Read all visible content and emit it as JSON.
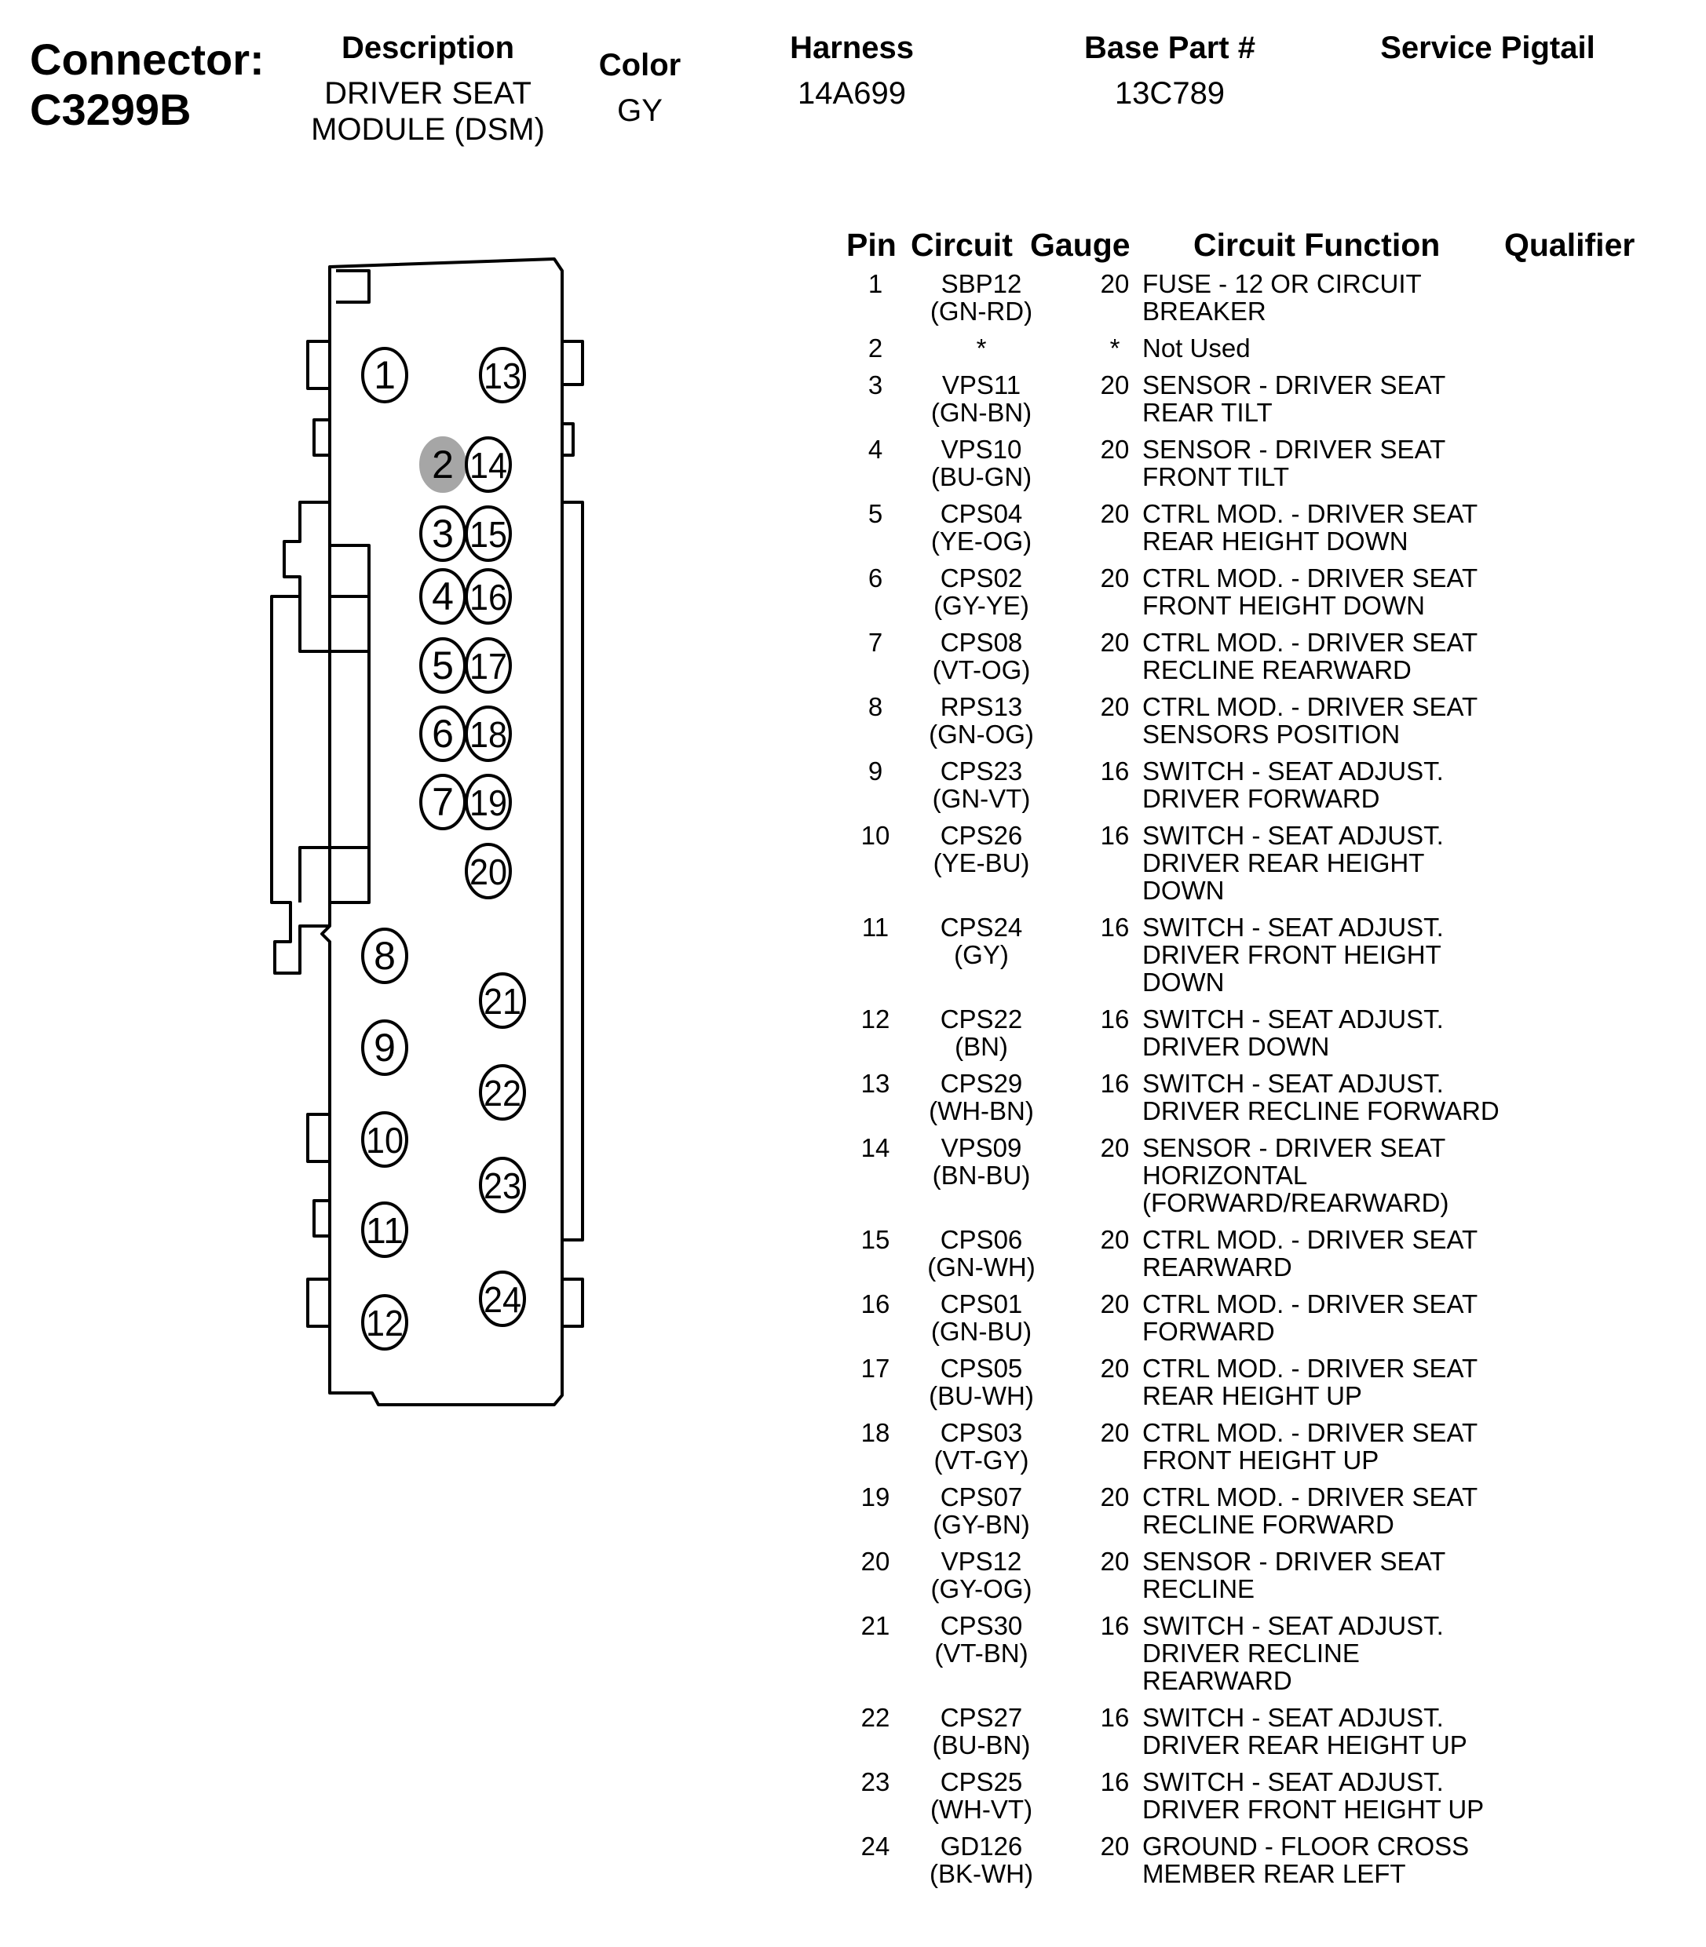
{
  "header": {
    "connector_label": "Connector:",
    "connector_id": "C3299B",
    "description_label": "Description",
    "description_value_line1": "DRIVER SEAT",
    "description_value_line2": "MODULE (DSM)",
    "color_label": "Color",
    "color_value": "GY",
    "harness_label": "Harness",
    "harness_value": "14A699",
    "base_part_label": "Base Part #",
    "base_part_value": "13C789",
    "service_pigtail_label": "Service Pigtail"
  },
  "table": {
    "headers": {
      "pin": "Pin",
      "circuit": "Circuit",
      "gauge": "Gauge",
      "function": "Circuit Function",
      "qualifier": "Qualifier"
    },
    "rows": [
      {
        "pin": "1",
        "circuit": [
          "SBP12",
          "(GN-RD)"
        ],
        "gauge": "20",
        "function": [
          "FUSE - 12 OR CIRCUIT",
          "BREAKER"
        ]
      },
      {
        "pin": "2",
        "circuit": [
          "*"
        ],
        "gauge": "*",
        "function": [
          "Not Used"
        ]
      },
      {
        "pin": "3",
        "circuit": [
          "VPS11",
          "(GN-BN)"
        ],
        "gauge": "20",
        "function": [
          "SENSOR - DRIVER SEAT",
          "REAR TILT"
        ]
      },
      {
        "pin": "4",
        "circuit": [
          "VPS10",
          "(BU-GN)"
        ],
        "gauge": "20",
        "function": [
          "SENSOR - DRIVER SEAT",
          "FRONT TILT"
        ]
      },
      {
        "pin": "5",
        "circuit": [
          "CPS04",
          "(YE-OG)"
        ],
        "gauge": "20",
        "function": [
          "CTRL MOD. - DRIVER SEAT",
          "REAR HEIGHT DOWN"
        ]
      },
      {
        "pin": "6",
        "circuit": [
          "CPS02",
          "(GY-YE)"
        ],
        "gauge": "20",
        "function": [
          "CTRL MOD. - DRIVER SEAT",
          "FRONT HEIGHT DOWN"
        ]
      },
      {
        "pin": "7",
        "circuit": [
          "CPS08",
          "(VT-OG)"
        ],
        "gauge": "20",
        "function": [
          "CTRL MOD. - DRIVER SEAT",
          "RECLINE REARWARD"
        ]
      },
      {
        "pin": "8",
        "circuit": [
          "RPS13",
          "(GN-OG)"
        ],
        "gauge": "20",
        "function": [
          "CTRL MOD. - DRIVER SEAT",
          "SENSORS POSITION"
        ]
      },
      {
        "pin": "9",
        "circuit": [
          "CPS23",
          "(GN-VT)"
        ],
        "gauge": "16",
        "function": [
          "SWITCH - SEAT ADJUST.",
          "DRIVER FORWARD"
        ]
      },
      {
        "pin": "10",
        "circuit": [
          "CPS26",
          "(YE-BU)"
        ],
        "gauge": "16",
        "function": [
          "SWITCH - SEAT ADJUST.",
          "DRIVER REAR HEIGHT DOWN"
        ]
      },
      {
        "pin": "11",
        "circuit": [
          "CPS24",
          "(GY)"
        ],
        "gauge": "16",
        "function": [
          "SWITCH - SEAT ADJUST.",
          "DRIVER FRONT HEIGHT",
          "DOWN"
        ]
      },
      {
        "pin": "12",
        "circuit": [
          "CPS22",
          "(BN)"
        ],
        "gauge": "16",
        "function": [
          "SWITCH - SEAT ADJUST.",
          "DRIVER DOWN"
        ]
      },
      {
        "pin": "13",
        "circuit": [
          "CPS29",
          "(WH-BN)"
        ],
        "gauge": "16",
        "function": [
          "SWITCH - SEAT ADJUST.",
          "DRIVER RECLINE FORWARD"
        ]
      },
      {
        "pin": "14",
        "circuit": [
          "VPS09",
          "(BN-BU)"
        ],
        "gauge": "20",
        "function": [
          "SENSOR - DRIVER SEAT",
          "HORIZONTAL",
          "(FORWARD/REARWARD)"
        ]
      },
      {
        "pin": "15",
        "circuit": [
          "CPS06",
          "(GN-WH)"
        ],
        "gauge": "20",
        "function": [
          "CTRL MOD. - DRIVER SEAT",
          "REARWARD"
        ]
      },
      {
        "pin": "16",
        "circuit": [
          "CPS01",
          "(GN-BU)"
        ],
        "gauge": "20",
        "function": [
          "CTRL MOD. - DRIVER SEAT",
          "FORWARD"
        ]
      },
      {
        "pin": "17",
        "circuit": [
          "CPS05",
          "(BU-WH)"
        ],
        "gauge": "20",
        "function": [
          "CTRL MOD. - DRIVER SEAT",
          "REAR HEIGHT UP"
        ]
      },
      {
        "pin": "18",
        "circuit": [
          "CPS03",
          "(VT-GY)"
        ],
        "gauge": "20",
        "function": [
          "CTRL MOD. - DRIVER SEAT",
          "FRONT HEIGHT UP"
        ]
      },
      {
        "pin": "19",
        "circuit": [
          "CPS07",
          "(GY-BN)"
        ],
        "gauge": "20",
        "function": [
          "CTRL MOD. - DRIVER SEAT",
          "RECLINE FORWARD"
        ]
      },
      {
        "pin": "20",
        "circuit": [
          "VPS12",
          "(GY-OG)"
        ],
        "gauge": "20",
        "function": [
          "SENSOR - DRIVER SEAT",
          "RECLINE"
        ]
      },
      {
        "pin": "21",
        "circuit": [
          "CPS30",
          "(VT-BN)"
        ],
        "gauge": "16",
        "function": [
          "SWITCH - SEAT ADJUST.",
          "DRIVER RECLINE",
          "REARWARD"
        ]
      },
      {
        "pin": "22",
        "circuit": [
          "CPS27",
          "(BU-BN)"
        ],
        "gauge": "16",
        "function": [
          "SWITCH - SEAT ADJUST.",
          "DRIVER REAR HEIGHT UP"
        ]
      },
      {
        "pin": "23",
        "circuit": [
          "CPS25",
          "(WH-VT)"
        ],
        "gauge": "16",
        "function": [
          "SWITCH - SEAT ADJUST.",
          "DRIVER FRONT HEIGHT UP"
        ]
      },
      {
        "pin": "24",
        "circuit": [
          "GD126",
          "(BK-WH)"
        ],
        "gauge": "20",
        "function": [
          "GROUND - FLOOR CROSS",
          "MEMBER REAR LEFT"
        ]
      }
    ]
  },
  "diagram": {
    "pins": [
      "1",
      "2",
      "3",
      "4",
      "5",
      "6",
      "7",
      "8",
      "9",
      "10",
      "11",
      "12",
      "13",
      "14",
      "15",
      "16",
      "17",
      "18",
      "19",
      "20",
      "21",
      "22",
      "23",
      "24"
    ],
    "unused_pin": "2",
    "unused_pin_color": "#a6a6a6"
  }
}
